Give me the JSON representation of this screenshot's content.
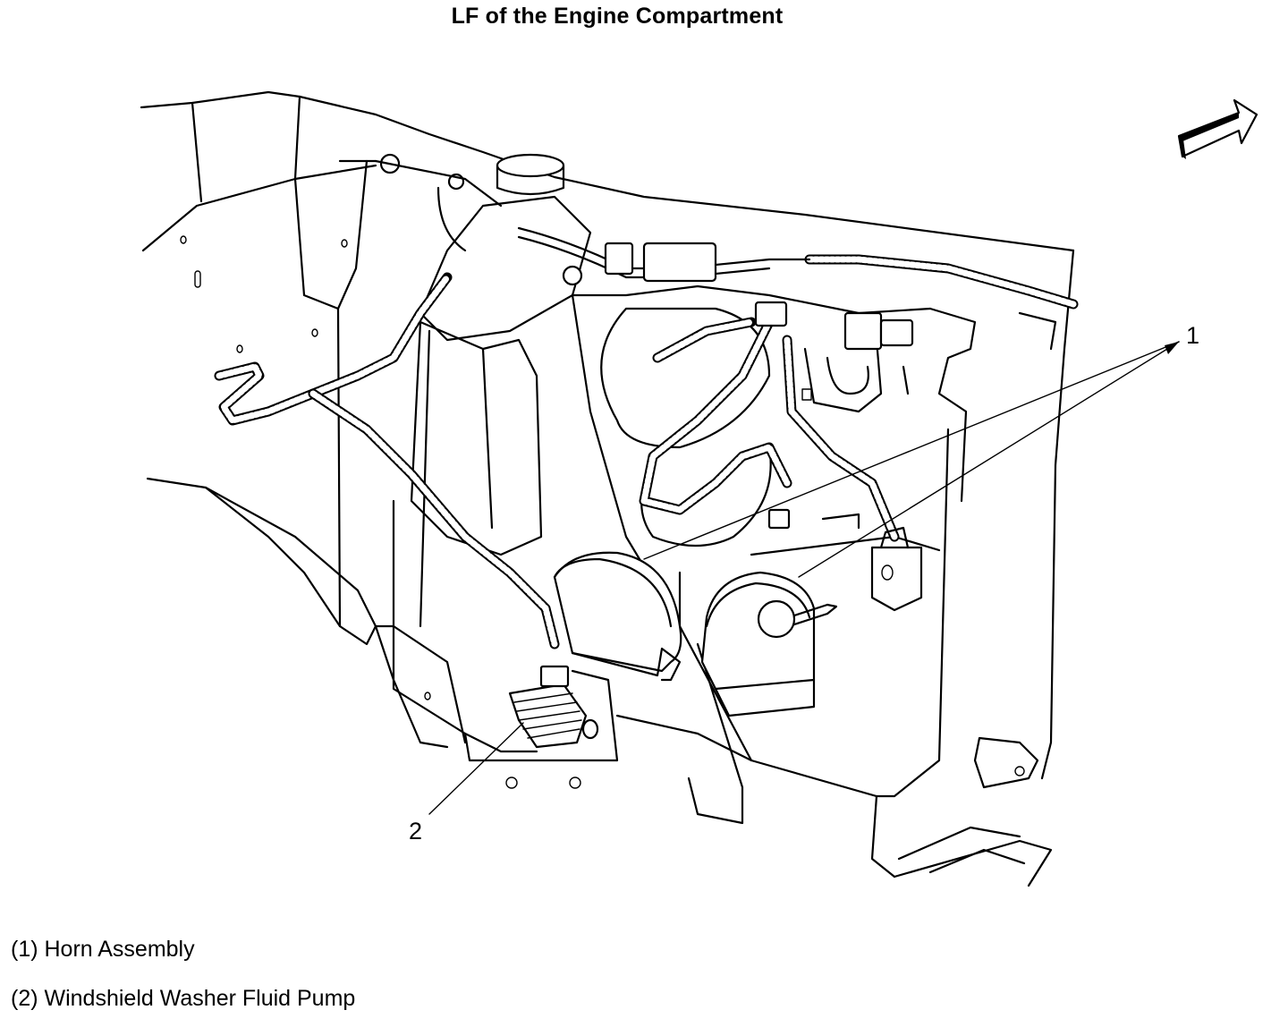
{
  "title": "LF of the Engine Compartment",
  "callouts": [
    {
      "number": "1",
      "label": "Horn Assembly"
    },
    {
      "number": "2",
      "label": "Windshield Washer Fluid Pump"
    }
  ],
  "legend": [
    "(1) Horn Assembly",
    "(2) Windshield Washer Fluid Pump"
  ],
  "icons": [
    "forward-direction-arrow-icon"
  ]
}
